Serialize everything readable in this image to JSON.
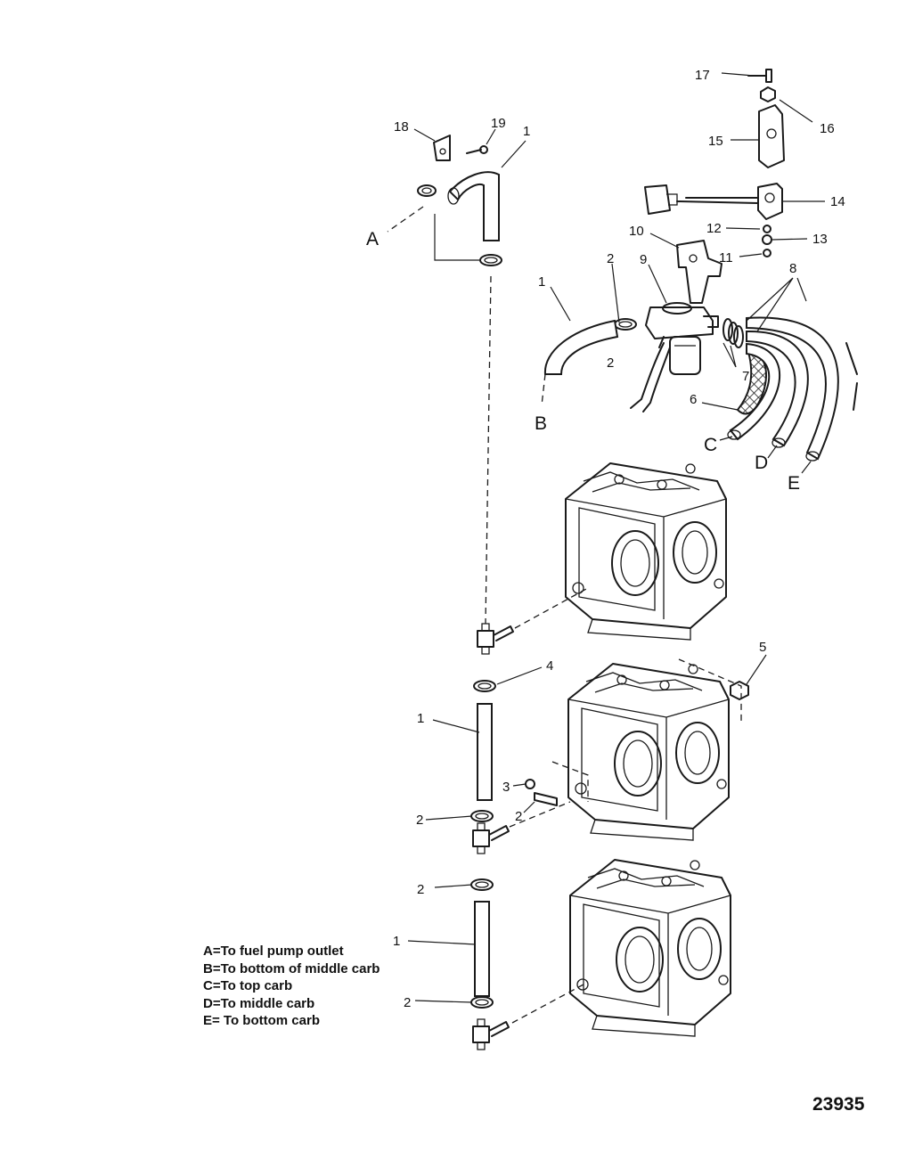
{
  "callouts": [
    "17",
    "16",
    "15",
    "18",
    "19",
    "1",
    "14",
    "12",
    "13",
    "10",
    "11",
    "2",
    "9",
    "8",
    "1",
    "2",
    "7",
    "6",
    "1",
    "2",
    "5",
    "4",
    "3",
    "2",
    "2",
    "1",
    "2"
  ],
  "hose_letters": [
    "A",
    "B",
    "C",
    "D",
    "E"
  ],
  "legend": [
    "A=To fuel pump outlet",
    "B=To bottom of middle carb",
    "C=To top carb",
    "D=To middle carb",
    "E= To bottom carb"
  ],
  "figure_number": "23935"
}
